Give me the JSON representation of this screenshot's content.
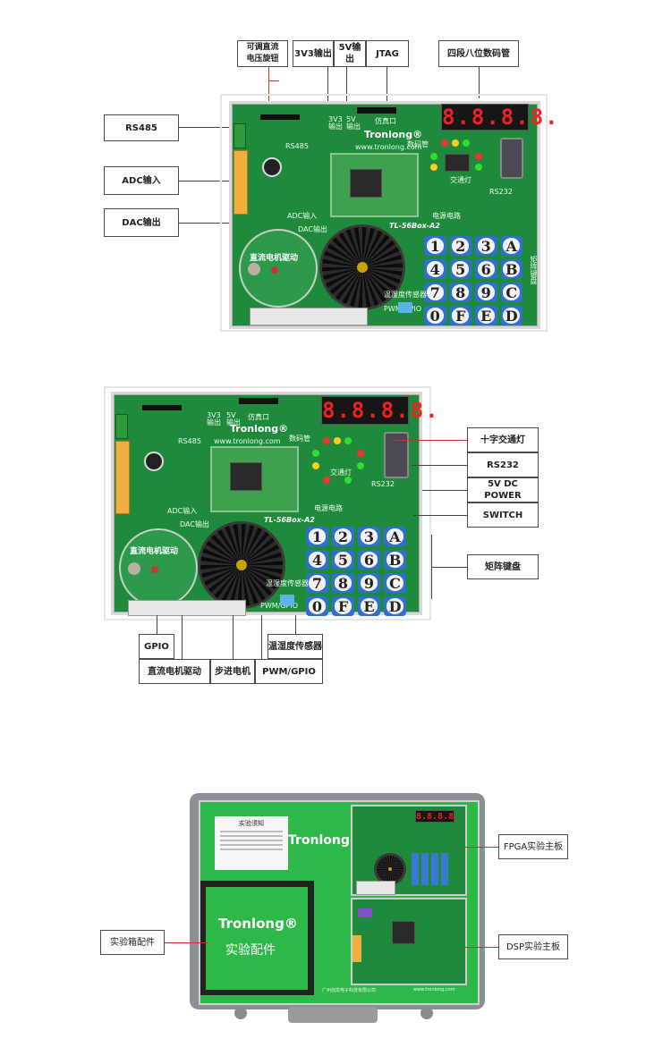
{
  "board1": {
    "callouts": {
      "knob": "可调直流\n电压旋钮",
      "v33": "3V3输出",
      "v5": "5V输出",
      "jtag": "JTAG",
      "seg": "四段八位数码管",
      "rs485": "RS485",
      "adc": "ADC输入",
      "dac": "DAC输出"
    },
    "display": "8.8.8.8.",
    "brand": "Tronlong®",
    "url": "www.tronlong.com",
    "model": "TL-56Box-A2",
    "silk": {
      "rs485": "RS485",
      "v33": "3V3\n输出",
      "v5": "5V\n输出",
      "jtag": "仿真口",
      "seg": "数码管",
      "traffic": "交通灯",
      "rs232": "RS232",
      "adc": "ADC输入",
      "dac": "DAC输出",
      "motor": "直流电机驱动",
      "circuit": "电源电路",
      "sensor": "温湿度传感器",
      "matrix": "矩阵键盘",
      "pwm": "PWM/GPIO"
    },
    "keys": [
      "1",
      "2",
      "3",
      "A",
      "4",
      "5",
      "6",
      "B",
      "7",
      "8",
      "9",
      "C",
      "0",
      "F",
      "E",
      "D"
    ]
  },
  "board2": {
    "callouts": {
      "traffic": "十字交通灯",
      "rs232": "RS232",
      "power": "5V DC POWER",
      "switch": "SWITCH",
      "keypad": "矩阵键盘",
      "gpio": "GPIO",
      "motor": "直流电机驱动",
      "stepper": "步进电机",
      "pwm": "PWM/GPIO",
      "sensor": "温湿度传感器"
    },
    "display": "8.8.8.8.",
    "brand": "Tronlong®",
    "url": "www.tronlong.com",
    "model": "TL-56Box-A2",
    "silk": {
      "rs485": "RS485",
      "v33": "3V3\n输出",
      "v5": "5V\n输出",
      "jtag": "仿真口",
      "seg": "数码管",
      "traffic": "交通灯",
      "rs232": "RS232",
      "adc": "ADC输入",
      "dac": "DAC输出",
      "motor": "直流电机驱动",
      "circuit": "电源电路",
      "sensor": "温湿度传感器",
      "pwm": "PWM/GPIO"
    },
    "keys": [
      "1",
      "2",
      "3",
      "A",
      "4",
      "5",
      "6",
      "B",
      "7",
      "8",
      "9",
      "C",
      "0",
      "F",
      "E",
      "D"
    ]
  },
  "case": {
    "callouts": {
      "fpga": "FPGA实验主板",
      "accessories": "实验箱配件",
      "dsp": "DSP实验主板"
    },
    "notice_title": "实验须知",
    "brand": "Tronlong®",
    "bag_brand": "Tronlong®",
    "bag_text": "实验配件",
    "footer_company": "广州创龙电子科技有限公司",
    "footer_url": "www.tronlong.com"
  },
  "colors": {
    "pcb": "#1f8a3c",
    "key_blue": "#2f6fd0",
    "callout_line": "#c0392b",
    "case_green": "#2fb84a"
  }
}
